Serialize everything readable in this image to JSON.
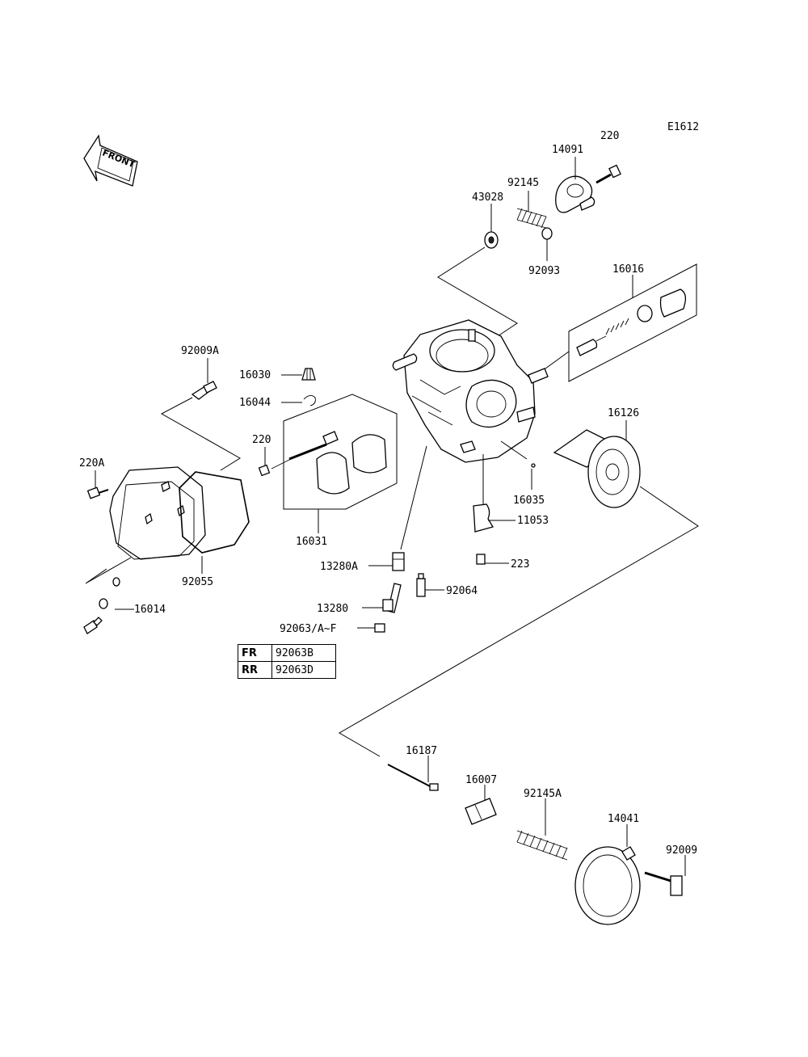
{
  "diagram_code": "E1612",
  "front_label": "FRONT",
  "labels": {
    "p220_top": "220",
    "p14091": "14091",
    "p92145": "92145",
    "p43028": "43028",
    "p92093": "92093",
    "p16016": "16016",
    "p92009A": "92009A",
    "p16030": "16030",
    "p16044": "16044",
    "p220_mid": "220",
    "p220A": "220A",
    "p16031": "16031",
    "p92055": "92055",
    "p16014": "16014",
    "p16126": "16126",
    "p16035": "16035",
    "p11053": "11053",
    "p223": "223",
    "p13280A": "13280A",
    "p92064": "92064",
    "p13280": "13280",
    "p92063": "92063/A~F",
    "p16187": "16187",
    "p16007": "16007",
    "p92145A": "92145A",
    "p14041": "14041",
    "p92009": "92009"
  },
  "variant_table": [
    {
      "key": "FR",
      "value": "92063B"
    },
    {
      "key": "RR",
      "value": "92063D"
    }
  ]
}
